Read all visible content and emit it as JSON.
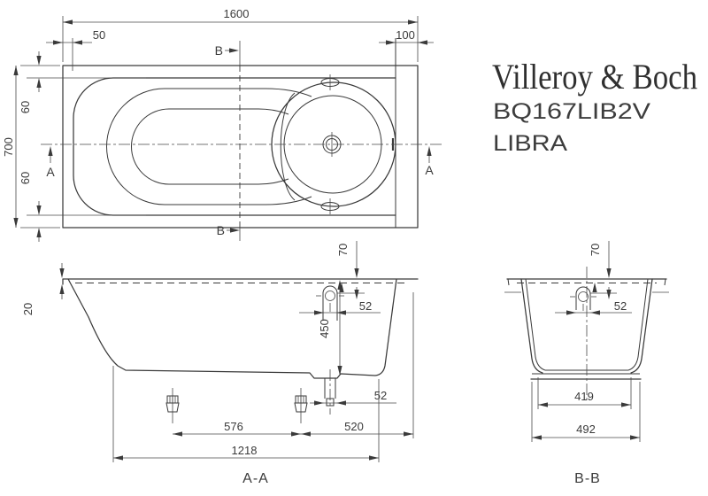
{
  "brand": {
    "logo": "Villeroy & Boch",
    "article_number": "BQ167LIB2V",
    "series": "LIBRA"
  },
  "plan_view": {
    "dims": {
      "overall_length": "1600",
      "left_rim_width": "50",
      "right_rim_width": "100",
      "overall_width": "700",
      "rim_top": "60",
      "rim_bottom": "60"
    },
    "section_marks": {
      "a": "A",
      "b": "B"
    }
  },
  "section_aa": {
    "label": "A-A",
    "dims": {
      "rim_thickness": "20",
      "overflow_from_top": "70",
      "overflow_offset": "52",
      "inner_depth": "450",
      "drain_hole": "52",
      "feet_distance": "576",
      "foot_to_edge": "520",
      "base_length": "1218"
    }
  },
  "section_bb": {
    "label": "B-B",
    "dims": {
      "overflow_from_top": "70",
      "overflow_hole": "52",
      "bottom_inner_width": "419",
      "bottom_outer_width": "492"
    }
  },
  "colors": {
    "line": "#3a3a3a"
  }
}
